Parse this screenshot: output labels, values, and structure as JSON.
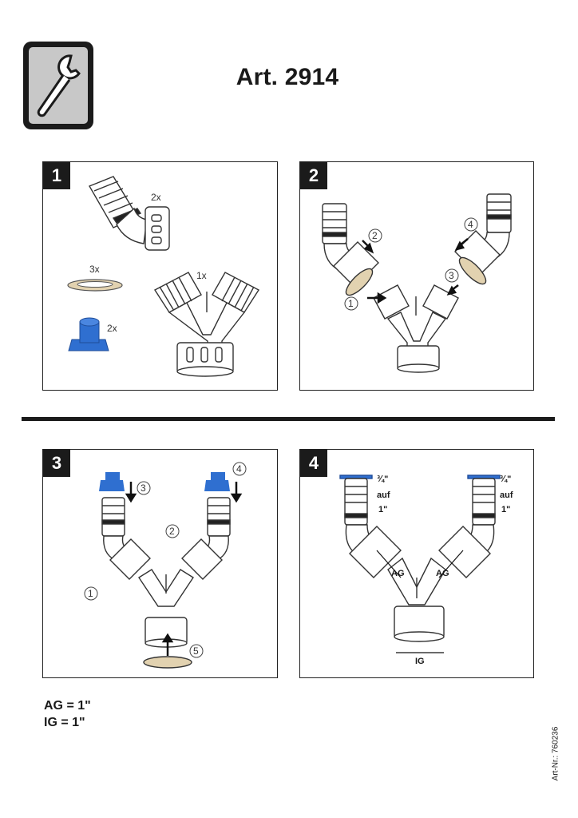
{
  "header": {
    "title": "Art. 2914",
    "icon": "wrench-icon"
  },
  "panels": [
    {
      "number": "1",
      "labels": {
        "adapter_qty": "2x",
        "seal_qty": "3x",
        "cap_qty": "2x",
        "yconnector_qty": "1x"
      }
    },
    {
      "number": "2",
      "steps": [
        "1",
        "2",
        "3",
        "4"
      ]
    },
    {
      "number": "3",
      "steps": [
        "1",
        "2",
        "3",
        "4",
        "5"
      ]
    },
    {
      "number": "4",
      "labels": {
        "thread_left": "¾\"",
        "auf_left": "auf",
        "inch_left": "1\"",
        "thread_right": "¾\"",
        "auf_right": "auf",
        "inch_right": "1\"",
        "ag_left": "AG",
        "ag_right": "AG",
        "ig": "IG"
      }
    }
  ],
  "legend": {
    "ag": "AG = 1\"",
    "ig": "IG = 1\""
  },
  "footer": {
    "art_nr": "Art-Nr.: 760236"
  },
  "colors": {
    "seal": "#e2d2b0",
    "cap": "#2f6fd0",
    "frame": "#1b1b1b",
    "icon_bg": "#c8c8c8"
  }
}
